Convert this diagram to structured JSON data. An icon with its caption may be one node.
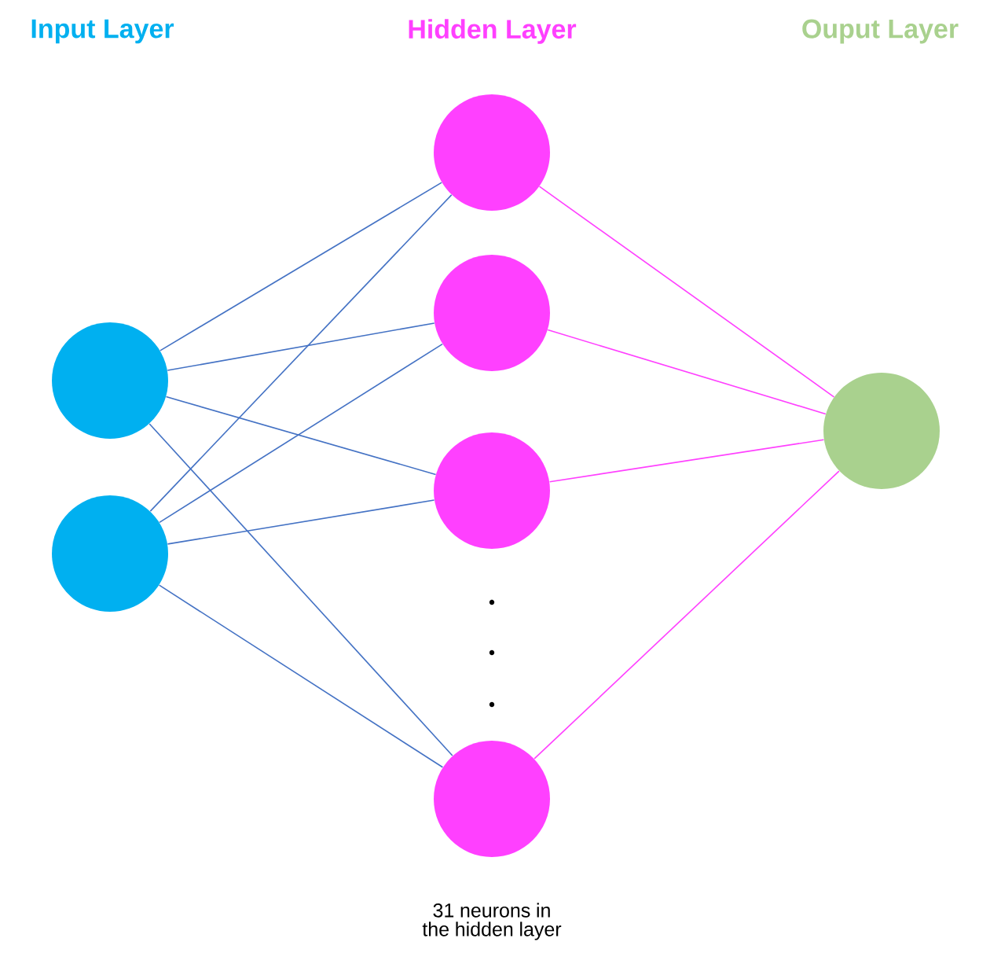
{
  "diagram": {
    "nodes": [
      {
        "text": [],
        "shape": "circle"
      },
      {
        "text": [],
        "shape": "circle"
      },
      {
        "text": [],
        "shape": "circle"
      },
      {
        "text": [],
        "shape": "circle"
      },
      {
        "text": [],
        "shape": "circle"
      },
      {
        "text": [],
        "shape": "circle"
      },
      {
        "text": [],
        "shape": "circle"
      }
    ],
    "edges": [
      {
        "from": 0,
        "to": 2,
        "arrow": "none"
      },
      {
        "from": 0,
        "to": 3,
        "arrow": "none"
      },
      {
        "from": 0,
        "to": 4,
        "arrow": "none"
      },
      {
        "from": 0,
        "to": 5,
        "arrow": "none"
      },
      {
        "from": 1,
        "to": 2,
        "arrow": "none"
      },
      {
        "from": 1,
        "to": 3,
        "arrow": "none"
      },
      {
        "from": 1,
        "to": 4,
        "arrow": "none"
      },
      {
        "from": 1,
        "to": 5,
        "arrow": "none"
      },
      {
        "from": 2,
        "to": 6,
        "arrow": "none",
        "color": "#ff40ff"
      },
      {
        "from": 3,
        "to": 6,
        "arrow": "none",
        "color": "#ff40ff"
      },
      {
        "from": 4,
        "to": 6,
        "arrow": "none",
        "color": "#ff40ff"
      },
      {
        "from": 5,
        "to": 6,
        "arrow": "none",
        "color": "#ff40ff"
      }
    ],
    "labels": [
      "Input Layer",
      "Hidden Layer",
      "Ouput Layer",
      "31 neurons in the hidden layer"
    ]
  }
}
